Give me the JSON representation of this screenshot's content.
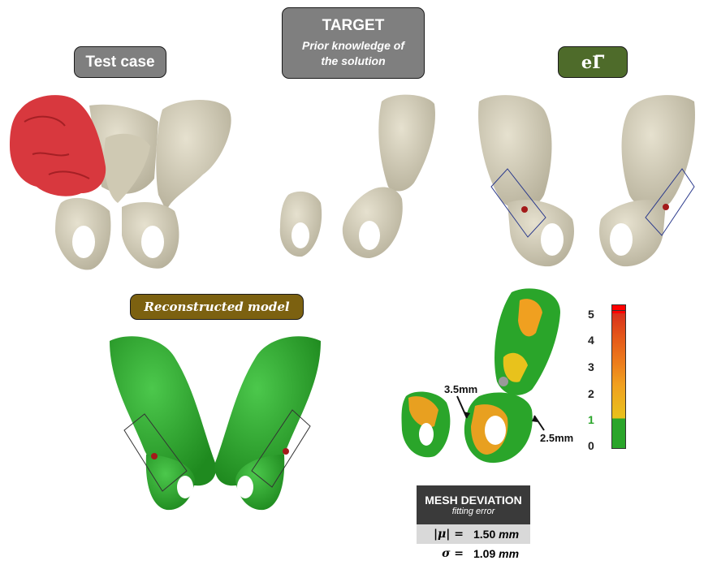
{
  "labels": {
    "test_case": "Test case",
    "target_title": "TARGET",
    "target_subtitle_1": "Prior knowledge of",
    "target_subtitle_2": "the solution",
    "egamma": "eΓ̅",
    "reconstructed": "Reconstructed model"
  },
  "annotations": {
    "left_distance": "3.5mm",
    "right_distance": "2.5mm"
  },
  "colorbar": {
    "ticks": [
      "5",
      "4",
      "3",
      "2",
      "1",
      "0"
    ],
    "highlight_tick": "1",
    "colors": [
      "#2aa52a",
      "#e8c21c",
      "#f0a020",
      "#ec7a1c",
      "#e4561a",
      "#d8301c",
      "#ff0000"
    ]
  },
  "mesh_deviation": {
    "title": "MESH DEVIATION",
    "subtitle": "fitting error",
    "mu_symbol": "|μ| =",
    "mu_value": "1.50",
    "sigma_symbol": "σ =",
    "sigma_value": "1.09",
    "unit": "mm"
  }
}
